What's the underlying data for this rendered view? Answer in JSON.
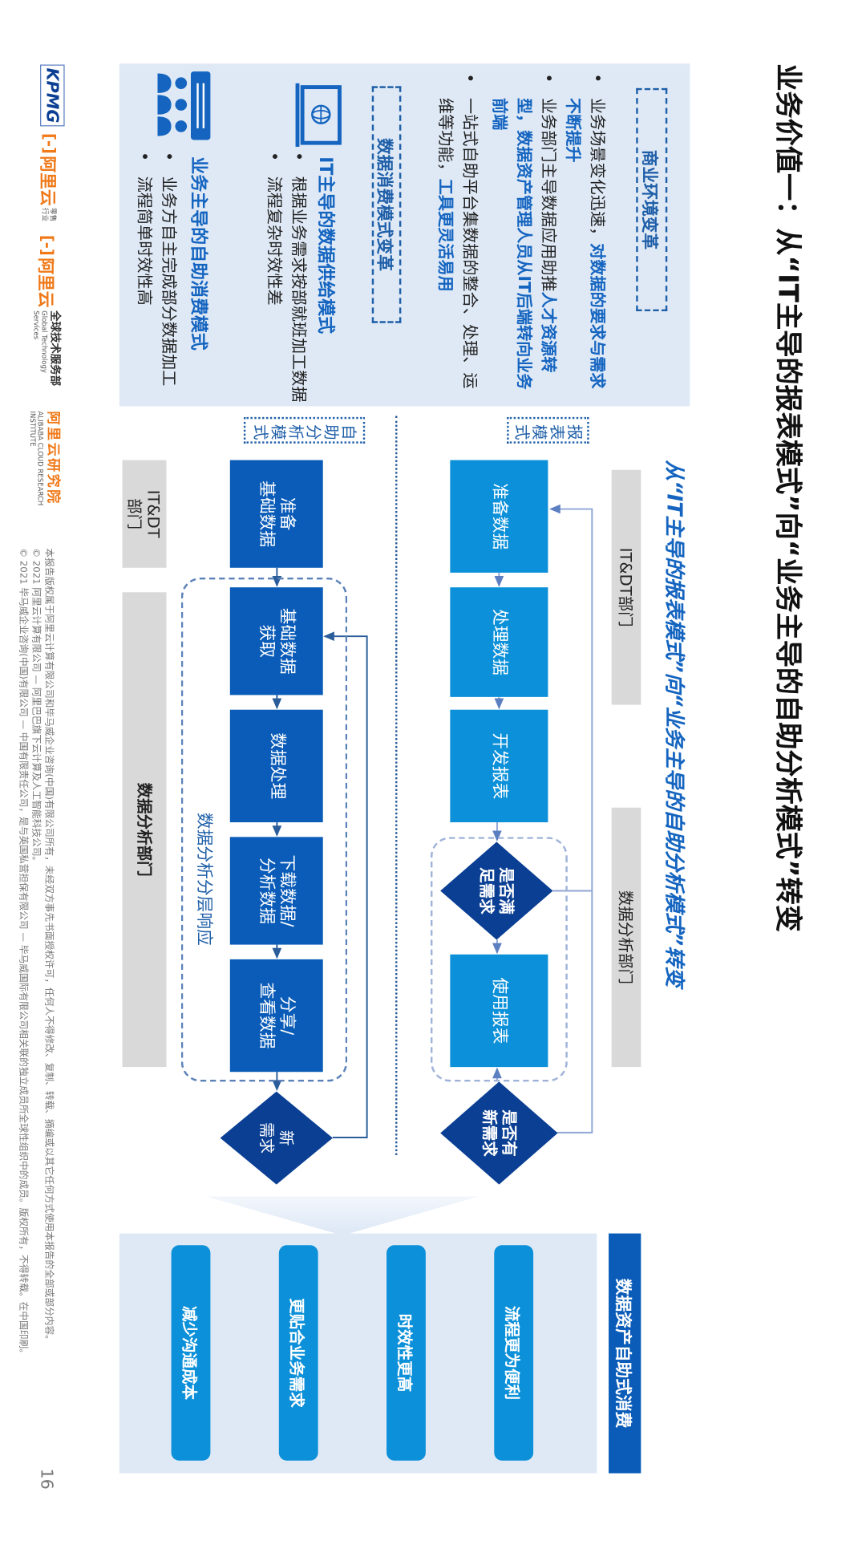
{
  "title": "业务价值一：从“IT主导的报表模式”向“业务主导的自助分析模式”转变",
  "subtitle": "从“IT主导的报表模式”向“业务主导的自助分析模式”转变",
  "left_panel": {
    "business_env": {
      "heading": "商业环境变革",
      "bullets": [
        {
          "plain": "业务场景变化迅速，",
          "emph": "对数据的要求与需求不断提升"
        },
        {
          "plain": "业务部门主导数据应用助推",
          "emph": "人才资源转型，数据资产管理人员从IT后端转向业务前端"
        },
        {
          "plain": "一站式自助平台集数据的整合、处理、运维等功能，",
          "emph": "工具更灵活易用"
        }
      ]
    },
    "consumption": {
      "heading": "数据消费模式变革",
      "it_mode": {
        "icon": "monitor-globe-icon",
        "heading": "IT主导的数据供给模式",
        "bullets": [
          "根据业务需求按部就班加工数据",
          "流程复杂时效性差"
        ]
      },
      "biz_mode": {
        "icon": "meeting-people-icon",
        "heading": "业务主导的自助消费模式",
        "bullets": [
          "业务方自主完成部分数据加工",
          "流程简单时效性高"
        ]
      }
    }
  },
  "report_mode": {
    "label": "报表模式",
    "lanes": [
      "IT&DT部门",
      "数据分析部门"
    ],
    "steps": [
      "准备数据",
      "处理数据",
      "开发报表",
      "使用报表"
    ],
    "decisions": [
      "是否满\n足需求",
      "是否有\n新需求"
    ]
  },
  "self_mode": {
    "label": "自助分析模式",
    "lanes": [
      "IT&DT\n部门",
      "数据分析部门"
    ],
    "steps": [
      "准备\n基础数据",
      "基础数据\n获取",
      "数据处理",
      "下载数据/\n分析数据",
      "分享/\n查看数据"
    ],
    "decision": "新\n需求",
    "group_label": "数据分析分层响应"
  },
  "benefits": {
    "heading": "数据资产自助式消费",
    "items": [
      "流程更为便利",
      "时效性更高",
      "更贴合业务需求",
      "减少沟通成本"
    ]
  },
  "logos": {
    "kpmg": "KPMG",
    "aliyun_industry": {
      "name": "阿里云",
      "tag": "零售行业"
    },
    "aliyun_gts": {
      "name": "阿里云",
      "dept": "全球技术服务部",
      "en": "Global Technology Services"
    },
    "aliyun_research": {
      "name": "阿里云研究院",
      "en": "ALIBABA CLOUD RESEARCH INSTITUTE"
    }
  },
  "footer": [
    "本报告版权属于阿里云计算有限公司和毕马威企业咨询(中国)有限公司所有，未经双方事先书面授权许可，任何人不得修改、复制、转载、摘编或以其它任何方式使用本报告的全部或部分内容。",
    "© 2021 阿里云计算有限公司 — 阿里巴巴旗下云计算及人工智能科技公司。",
    "© 2021 毕马威企业咨询(中国)有限公司 — 中国有限责任公司，是与英国私营担保有限公司 — 毕马威国际有限公司相关联的独立成员所全球性组织中的成员。版权所有，不得转载。在中国印刷。"
  ],
  "page_number": "16",
  "colors": {
    "light_box": "#0b90d9",
    "dark_box": "#0a5cb8",
    "diamond": "#0a3f93",
    "panel": "#dfe9f6",
    "accent": "#1565c0",
    "logo_orange": "#f07a1a"
  }
}
